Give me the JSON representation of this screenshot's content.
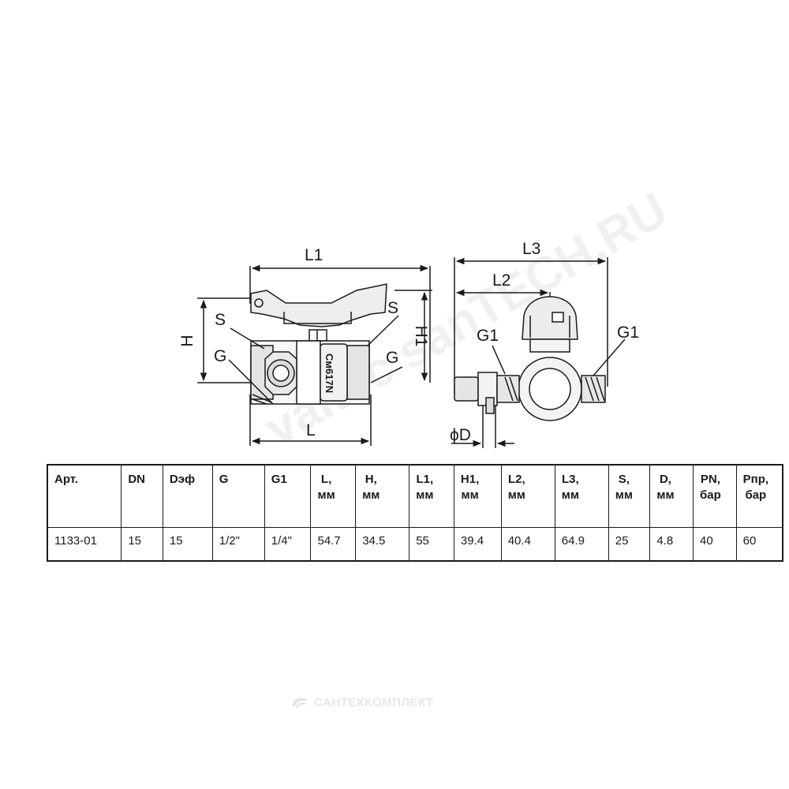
{
  "drawing": {
    "front_view": {
      "labels": {
        "L1": "L1",
        "H": "H",
        "H1": "H1",
        "S_left": "S",
        "S_right": "S",
        "G_left": "G",
        "G_right": "G",
        "L": "L"
      },
      "body_marking": "См617N"
    },
    "side_view": {
      "labels": {
        "L3": "L3",
        "L2": "L2",
        "G1_left": "G1",
        "G1_right": "G1",
        "D": "ϕD"
      }
    },
    "watermark": "valtec sanTECH.RU"
  },
  "table": {
    "headers": [
      [
        "Арт."
      ],
      [
        "DN"
      ],
      [
        "Dэф"
      ],
      [
        "G"
      ],
      [
        "G1"
      ],
      [
        "L,",
        "мм"
      ],
      [
        "H,",
        "мм"
      ],
      [
        "L1,",
        "мм"
      ],
      [
        "H1,",
        "мм"
      ],
      [
        "L2,",
        "мм"
      ],
      [
        "L3,",
        "мм"
      ],
      [
        "S,",
        "мм"
      ],
      [
        "D,",
        "мм"
      ],
      [
        "PN,",
        "бар"
      ],
      [
        "Pпр,",
        "бар"
      ]
    ],
    "rows": [
      [
        "1133-01",
        "15",
        "15",
        "1/2\"",
        "1/4\"",
        "54.7",
        "34.5",
        "55",
        "39.4",
        "40.4",
        "64.9",
        "25",
        "4.8",
        "40",
        "60"
      ]
    ]
  },
  "footer": {
    "brand": "САНТЕХКОМПЛЕКТ"
  },
  "colors": {
    "ink": "#1a1a1a",
    "watermark": "#d9d9d9"
  }
}
